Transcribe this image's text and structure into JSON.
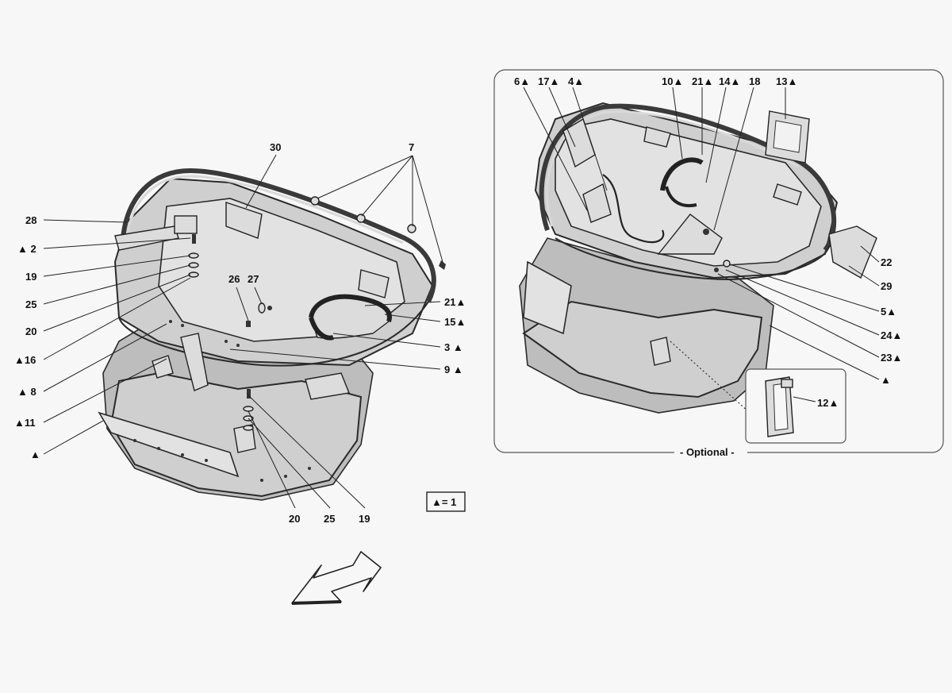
{
  "main_labels": {
    "l30": "30",
    "l7": "7",
    "l28": "28",
    "l2": "▲ 2",
    "l19a": "19",
    "l25a": "25",
    "l20a": "20",
    "l16": "▲16",
    "l8": "▲ 8",
    "l11": "▲11",
    "ltri": "▲",
    "l26": "26",
    "l27": "27",
    "l21": "21▲",
    "l15": "15▲",
    "l3": "3 ▲",
    "l9": "9 ▲",
    "l20b": "20",
    "l25b": "25",
    "l19b": "19"
  },
  "legend": {
    "text": "▲= 1"
  },
  "optional_panel": {
    "caption": "- Optional -",
    "labels": {
      "l6": "6▲",
      "l17": "17▲",
      "l4": "4▲",
      "l10": "10▲",
      "l21": "21▲",
      "l14": "14▲",
      "l18": "18",
      "l13": "13▲",
      "l22": "22",
      "l29": "29",
      "l5": "5▲",
      "l24": "24▲",
      "l23": "23▲",
      "ltri": "▲",
      "l12": "12▲"
    }
  },
  "colors": {
    "shell": "#cfcfcf",
    "line": "#222222",
    "background": "#f7f7f7"
  },
  "icons": {
    "direction_arrow": "arrow-down-left-icon"
  }
}
